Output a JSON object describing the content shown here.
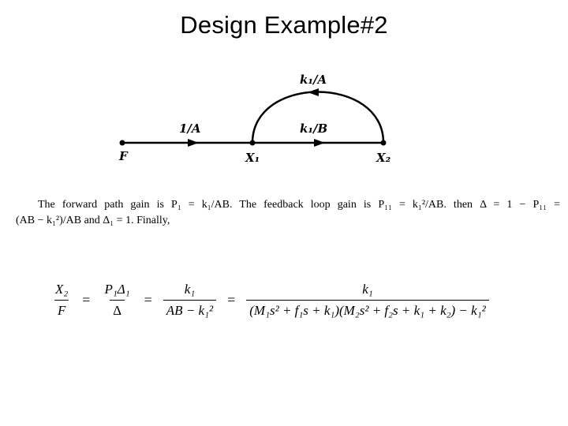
{
  "slide": {
    "title": "Design Example#2"
  },
  "graph": {
    "nodes": {
      "F": "F",
      "X1": "X₁",
      "X2": "X₂"
    },
    "branches": {
      "input_gain": "1/A",
      "forward_gain": "k₁/B",
      "feedback_gain": "k₁/A"
    }
  },
  "text": {
    "line1": "The forward path gain is P₁ = k₁/AB. The feedback loop gain is P₁₁ = k₁²/AB. then Δ = 1 − P₁₁ =",
    "line2": "(AB − k₁²)/AB and Δ₁ = 1. Finally,"
  },
  "equation": {
    "lhs_num": "X₂",
    "lhs_den": "F",
    "t1_num": "P₁Δ₁",
    "t1_den": "Δ",
    "t2_num": "k₁",
    "t2_den": "AB − k₁²",
    "t3_num": "k₁",
    "t3_den": "(M₁s² + f₁s + k₁)(M₂s² + f₂s + k₁ + k₂) − k₁²"
  }
}
